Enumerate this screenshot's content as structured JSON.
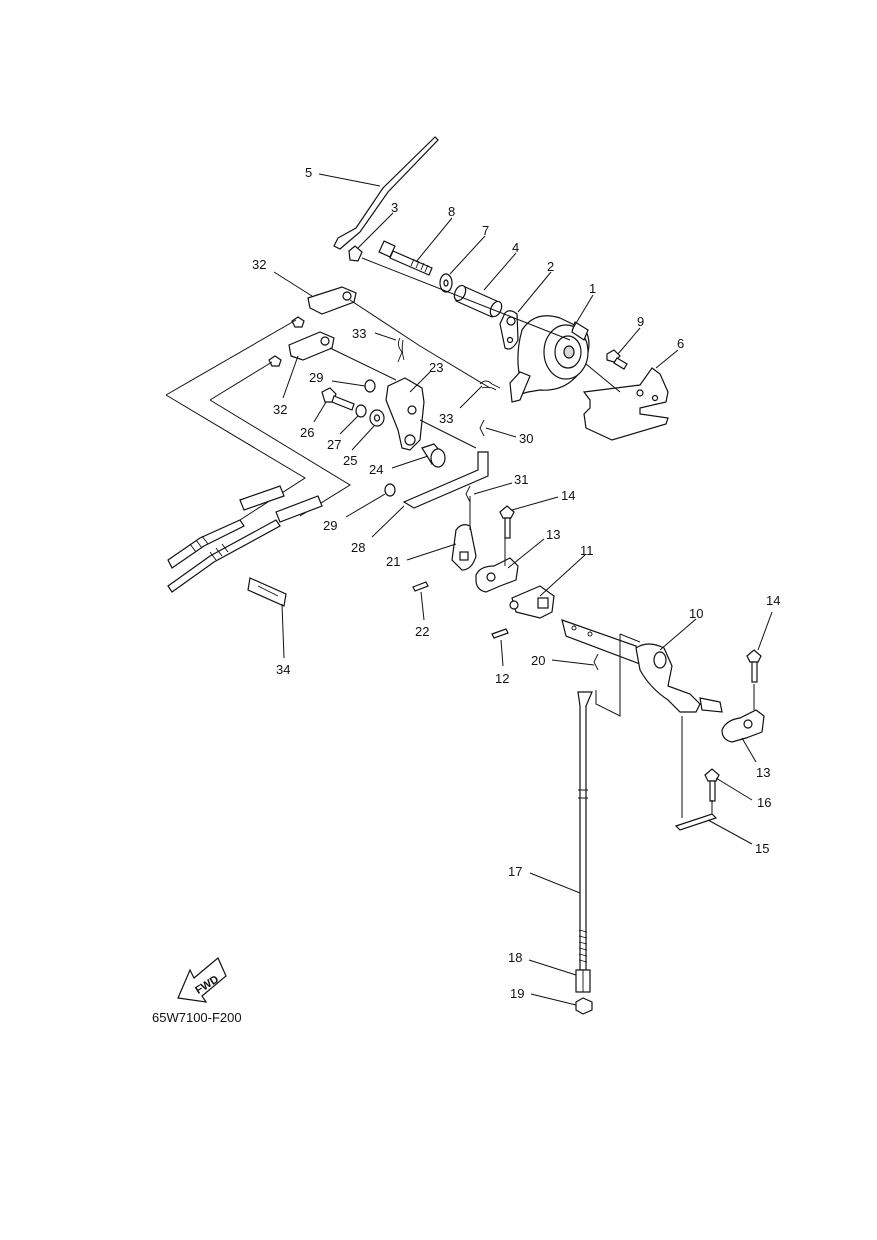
{
  "diagram": {
    "code": "65W7100-F200",
    "fwd_label": "FWD",
    "callouts": [
      {
        "id": "c1",
        "text": "1"
      },
      {
        "id": "c2",
        "text": "2"
      },
      {
        "id": "c3",
        "text": "3"
      },
      {
        "id": "c4",
        "text": "4"
      },
      {
        "id": "c5",
        "text": "5"
      },
      {
        "id": "c6",
        "text": "6"
      },
      {
        "id": "c7",
        "text": "7"
      },
      {
        "id": "c8",
        "text": "8"
      },
      {
        "id": "c9",
        "text": "9"
      },
      {
        "id": "c10",
        "text": "10"
      },
      {
        "id": "c11",
        "text": "11"
      },
      {
        "id": "c12",
        "text": "12"
      },
      {
        "id": "c13a",
        "text": "13"
      },
      {
        "id": "c13b",
        "text": "13"
      },
      {
        "id": "c14a",
        "text": "14"
      },
      {
        "id": "c14b",
        "text": "14"
      },
      {
        "id": "c15",
        "text": "15"
      },
      {
        "id": "c16",
        "text": "16"
      },
      {
        "id": "c17",
        "text": "17"
      },
      {
        "id": "c18",
        "text": "18"
      },
      {
        "id": "c19",
        "text": "19"
      },
      {
        "id": "c20",
        "text": "20"
      },
      {
        "id": "c21",
        "text": "21"
      },
      {
        "id": "c22",
        "text": "22"
      },
      {
        "id": "c23",
        "text": "23"
      },
      {
        "id": "c24",
        "text": "24"
      },
      {
        "id": "c25",
        "text": "25"
      },
      {
        "id": "c26",
        "text": "26"
      },
      {
        "id": "c27",
        "text": "27"
      },
      {
        "id": "c28",
        "text": "28"
      },
      {
        "id": "c29a",
        "text": "29"
      },
      {
        "id": "c29b",
        "text": "29"
      },
      {
        "id": "c30",
        "text": "30"
      },
      {
        "id": "c31",
        "text": "31"
      },
      {
        "id": "c32a",
        "text": "32"
      },
      {
        "id": "c32b",
        "text": "32"
      },
      {
        "id": "c33a",
        "text": "33"
      },
      {
        "id": "c33b",
        "text": "33"
      },
      {
        "id": "c34",
        "text": "34"
      }
    ]
  }
}
